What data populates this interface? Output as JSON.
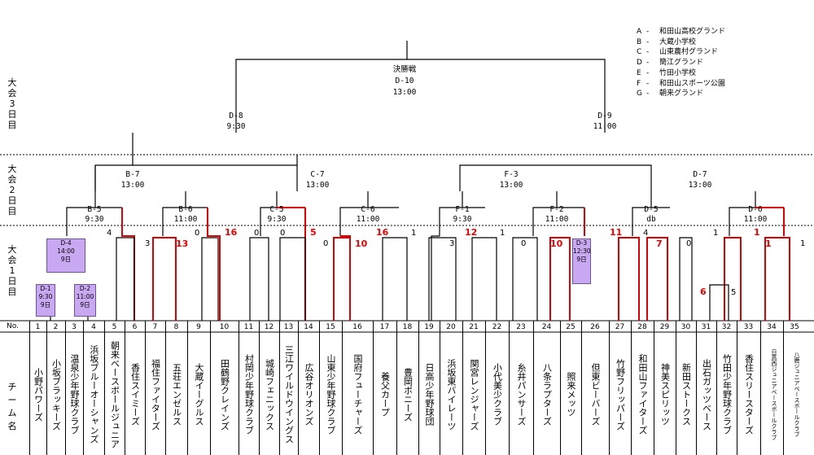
{
  "legend": [
    {
      "key": "A",
      "dash": "-",
      "venue": "和田山高校グランド"
    },
    {
      "key": "B",
      "dash": "-",
      "venue": "大蔵小学校"
    },
    {
      "key": "C",
      "dash": "-",
      "venue": "山東農村グランド"
    },
    {
      "key": "D",
      "dash": "-",
      "venue": "簡江グランド"
    },
    {
      "key": "E",
      "dash": "-",
      "venue": "竹田小学校"
    },
    {
      "key": "F",
      "dash": "-",
      "venue": "和田山スポーツ公園"
    },
    {
      "key": "G",
      "dash": "-",
      "venue": "朝来グランド"
    }
  ],
  "days": {
    "day3": "大会3日目",
    "day2": "大会2日目",
    "day1": "大会1日目"
  },
  "header": {
    "no": "No.",
    "team": "チーム名"
  },
  "final": {
    "title": "決勝戦",
    "code": "D-10",
    "time": "13:00"
  },
  "semis": [
    {
      "code": "D-8",
      "time": "9:30"
    },
    {
      "code": "D-9",
      "time": "11:00"
    }
  ],
  "quarters": [
    {
      "code": "B-7",
      "time": "13:00"
    },
    {
      "code": "C-7",
      "time": "13:00"
    },
    {
      "code": "F-3",
      "time": "13:00"
    },
    {
      "code": "D-7",
      "time": "13:00"
    }
  ],
  "r2": [
    {
      "code": "B-5",
      "time": "9:30"
    },
    {
      "code": "B-6",
      "time": "11:00"
    },
    {
      "code": "C-5",
      "time": "9:30"
    },
    {
      "code": "C-6",
      "time": "11:00"
    },
    {
      "code": "F-1",
      "time": "9:30"
    },
    {
      "code": "F-2",
      "time": "11:00"
    },
    {
      "code": "D-5",
      "time": "db"
    },
    {
      "code": "D-6",
      "time": "11:00"
    }
  ],
  "boxes": {
    "d4": {
      "code": "D-4",
      "time": "14:00",
      "day": "9日"
    },
    "d1": {
      "code": "D-1",
      "time": "9:30",
      "day": "9日"
    },
    "d2": {
      "code": "D-2",
      "time": "11:00",
      "day": "9日"
    },
    "d3": {
      "code": "D-3",
      "time": "12:30",
      "day": "9日"
    }
  },
  "scores": {
    "s4": "4",
    "s3": "3",
    "s13": "13",
    "s0a": "0",
    "s16a": "16",
    "s0b": "0",
    "s0c": "0",
    "s5": "5",
    "s0d": "0",
    "s10a": "10",
    "s16b": "16",
    "s1a": "1",
    "s3b": "3",
    "s12": "12",
    "s1b": "1",
    "s0e": "0",
    "s10b": "10",
    "s11": "11",
    "s4b": "4",
    "s7": "7",
    "s0f": "0",
    "s1c": "1",
    "s1d": "1",
    "s1e": "1",
    "s1f": "1",
    "s6": "6",
    "s5b": "5"
  },
  "teams": [
    {
      "no": "1",
      "name": "小野パワーズ"
    },
    {
      "no": "2",
      "name": "小坂ブラッキーズ"
    },
    {
      "no": "3",
      "name": "温泉少年野球クラブ"
    },
    {
      "no": "4",
      "name": "浜坂ブルーオーシャンズ"
    },
    {
      "no": "5",
      "name": "朝来ベースボールジュニア"
    },
    {
      "no": "6",
      "name": "香住スイミーズ"
    },
    {
      "no": "7",
      "name": "福住ファイターズ"
    },
    {
      "no": "8",
      "name": "五荘エンゼルス"
    },
    {
      "no": "9",
      "name": "大蔵イーグルス"
    },
    {
      "no": "10",
      "name": "田鶴野クレインズ"
    },
    {
      "no": "11",
      "name": "村岡少年野球クラブ"
    },
    {
      "no": "12",
      "name": "城崎フェニックス"
    },
    {
      "no": "13",
      "name": "三江ワイルドウイングス"
    },
    {
      "no": "14",
      "name": "広谷オリオンズ"
    },
    {
      "no": "15",
      "name": "山東少年野球クラブ"
    },
    {
      "no": "16",
      "name": "国府フューチャーズ"
    },
    {
      "no": "17",
      "name": "養父カープ"
    },
    {
      "no": "18",
      "name": "豊岡ボニーズ"
    },
    {
      "no": "19",
      "name": "日高少年野球団"
    },
    {
      "no": "20",
      "name": "浜坂東バイレーツ"
    },
    {
      "no": "21",
      "name": "関宮レンジャーズ"
    },
    {
      "no": "22",
      "name": "小代美少クラブ"
    },
    {
      "no": "23",
      "name": "糸井パンサーズ"
    },
    {
      "no": "24",
      "name": "八条ラプターズ"
    },
    {
      "no": "25",
      "name": "照来メッツ"
    },
    {
      "no": "26",
      "name": "但東ビーバーズ"
    },
    {
      "no": "27",
      "name": "竹野フリッパーズ"
    },
    {
      "no": "28",
      "name": "和田山ファイターズ"
    },
    {
      "no": "29",
      "name": "神美スピリッツ"
    },
    {
      "no": "30",
      "name": "新田ストークス"
    },
    {
      "no": "31",
      "name": "出石ガッツベース"
    },
    {
      "no": "32",
      "name": "竹田少年野球クラブ"
    },
    {
      "no": "33",
      "name": "香住スリースターズ"
    },
    {
      "no": "34",
      "name": "日高西ジュニアベースボールクラブ"
    },
    {
      "no": "35",
      "name": "八鹿ジュニアベースボールクラブ"
    }
  ],
  "colors": {
    "win": "#e00000",
    "line": "#000000",
    "box": "#c8a8f0"
  }
}
